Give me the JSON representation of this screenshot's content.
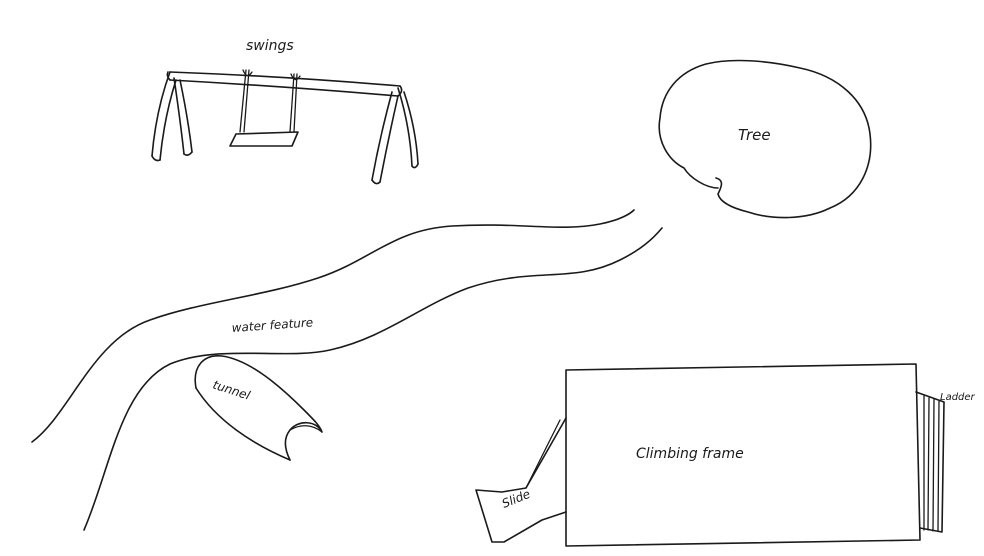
{
  "labels": {
    "swings": "swings",
    "tree": "Tree",
    "water_feature": "water feature",
    "tunnel": "tunnel",
    "slide": "Slide",
    "climbing_frame": "Climbing frame",
    "ladder": "Ladder"
  },
  "colors": {
    "ink": "#1a1a1a",
    "paper": "#ffffff"
  }
}
